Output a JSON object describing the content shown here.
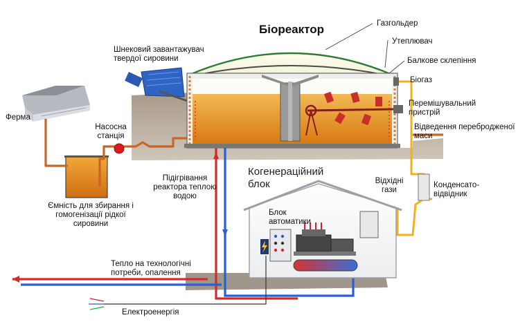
{
  "labels": {
    "title": "Біореактор",
    "gasholder": "Газгольдер",
    "insulation": "Утеплювач",
    "beam_vault": "Балкове склепіння",
    "biogas": "Біогаз",
    "screw_loader": "Шнековий завантажувач твердої сировини",
    "farm": "Ферма",
    "pump_station": "Насосна станція",
    "mixer": "Перемішувальний пристрій",
    "digestate_out": "Відведення перебродженої маси",
    "heating": "Підігрівання реактора теплою водою",
    "cogeneration": "Когенераційний блок",
    "exhaust": "Відхідні гази",
    "condensate": "Конденсато-відвідник",
    "tank": "Ємність для збирання і гомогенізації рідкої сировини",
    "automation": "Блок автоматики",
    "heat_use": "Тепло на технологічні потреби, опалення",
    "electricity": "Електроенергія"
  },
  "colors": {
    "slurry": "#e08a1c",
    "pipe_slurry": "#c8662a",
    "hot_water": "#d62a2a",
    "cold_water": "#2a5fcf",
    "gas_pipe": "#f2b01e",
    "ground": "#9a8a78",
    "wall": "#7a7a7a"
  }
}
